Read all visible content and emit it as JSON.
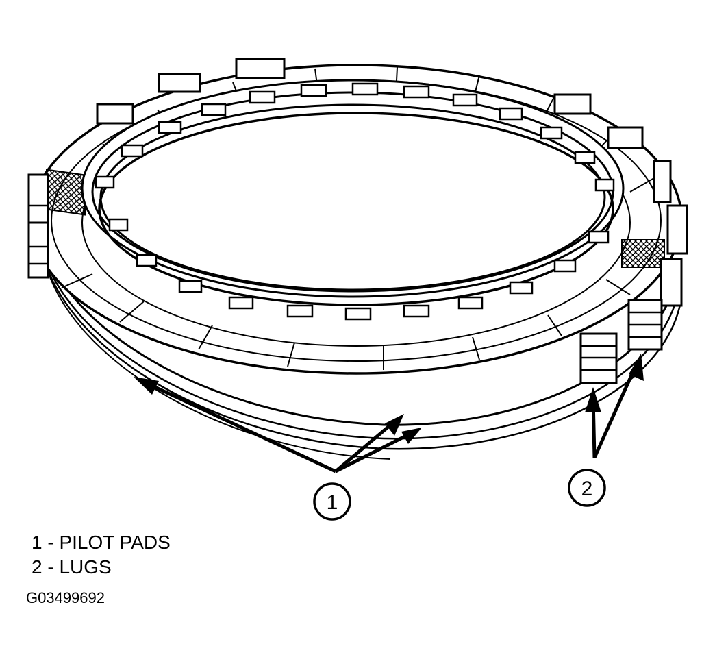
{
  "callouts": [
    {
      "number": "1"
    },
    {
      "number": "2"
    }
  ],
  "legend": [
    {
      "text": "1 - PILOT PADS"
    },
    {
      "text": "2 - LUGS"
    }
  ],
  "figure_id": "G03499692",
  "colors": {
    "ink": "#000000",
    "paper": "#ffffff"
  }
}
